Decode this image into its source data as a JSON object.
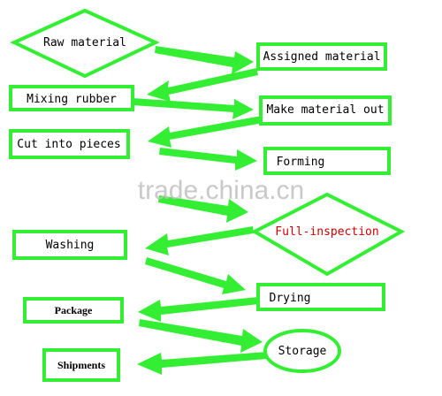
{
  "diagram": {
    "nodes": [
      {
        "id": "raw-material",
        "label": "Raw material",
        "shape": "diamond"
      },
      {
        "id": "assigned-material",
        "label": "Assigned material",
        "shape": "rect"
      },
      {
        "id": "mixing-rubber",
        "label": "Mixing rubber",
        "shape": "rect"
      },
      {
        "id": "make-material-out",
        "label": "Make material out",
        "shape": "rect"
      },
      {
        "id": "cut-into-pieces",
        "label": "Cut into pieces",
        "shape": "rect"
      },
      {
        "id": "forming",
        "label": "Forming",
        "shape": "rect"
      },
      {
        "id": "full-inspection",
        "label": "Full-inspection",
        "shape": "diamond"
      },
      {
        "id": "washing",
        "label": "Washing",
        "shape": "rect"
      },
      {
        "id": "drying",
        "label": "Drying",
        "shape": "rect"
      },
      {
        "id": "package",
        "label": "Package",
        "shape": "rect"
      },
      {
        "id": "storage",
        "label": "Storage",
        "shape": "ellipse"
      },
      {
        "id": "shipments",
        "label": "Shipments",
        "shape": "rect"
      }
    ],
    "edges": [
      [
        "raw-material",
        "assigned-material"
      ],
      [
        "assigned-material",
        "mixing-rubber"
      ],
      [
        "mixing-rubber",
        "make-material-out"
      ],
      [
        "make-material-out",
        "cut-into-pieces"
      ],
      [
        "cut-into-pieces",
        "forming"
      ],
      [
        "forming",
        "full-inspection"
      ],
      [
        "full-inspection",
        "washing"
      ],
      [
        "washing",
        "drying"
      ],
      [
        "drying",
        "package"
      ],
      [
        "package",
        "storage"
      ],
      [
        "storage",
        "shipments"
      ]
    ],
    "colors": {
      "shape_stroke": "#33ee33",
      "arrow_fill": "#33ee33",
      "text": "#000000",
      "highlight_text": "#cc0000"
    }
  },
  "watermark": {
    "text": "trade.china.cn"
  }
}
